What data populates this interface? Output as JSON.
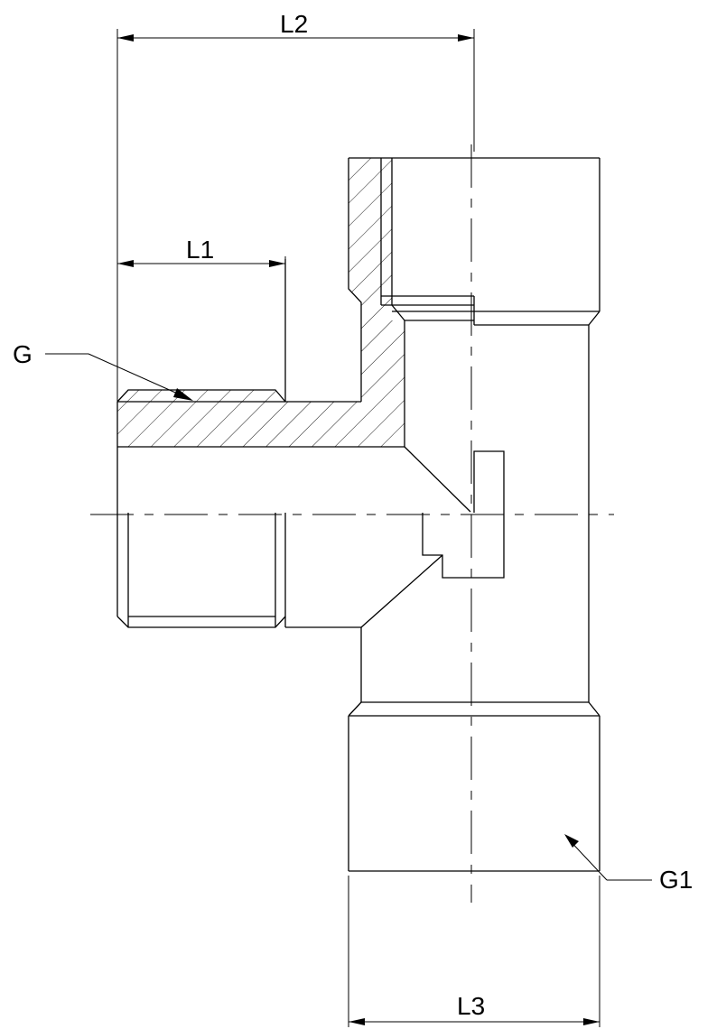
{
  "labels": {
    "L2": "L2",
    "L1": "L1",
    "L3": "L3",
    "G": "G",
    "G1": "G1"
  }
}
